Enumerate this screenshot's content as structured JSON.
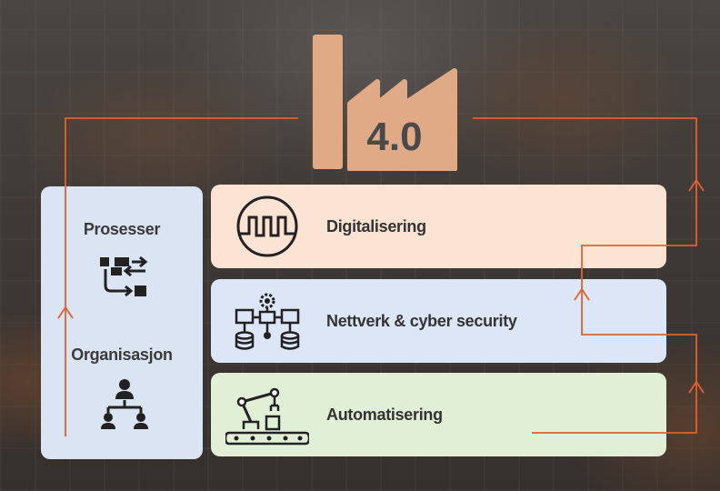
{
  "logo": {
    "text": "4.0"
  },
  "left_panel": {
    "items": [
      {
        "label": "Prosesser",
        "icon": "process-flow-icon"
      },
      {
        "label": "Organisasjon",
        "icon": "org-chart-icon"
      }
    ]
  },
  "cards": [
    {
      "label": "Digitalisering",
      "icon": "digital-signal-icon",
      "color": "#fce3d3"
    },
    {
      "label": "Nettverk & cyber security",
      "icon": "network-gear-icon",
      "color": "#dde6f6"
    },
    {
      "label": "Automatisering",
      "icon": "robot-arm-icon",
      "color": "#e1efd7"
    }
  ],
  "colors": {
    "accent_line": "#e0622e",
    "logo_fill": "#e0aa86",
    "logo_text": "#4a4a4a",
    "left_panel_bg": "#dbe4f3"
  }
}
